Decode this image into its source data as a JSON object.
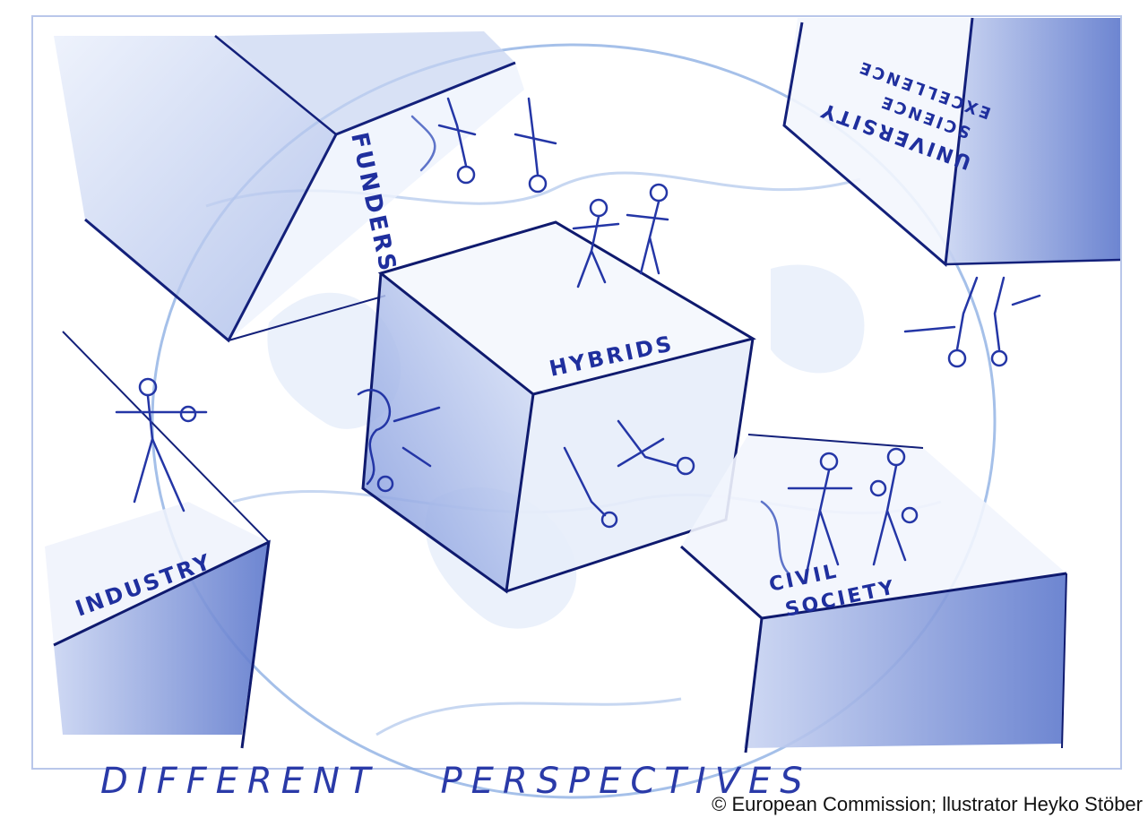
{
  "labels": {
    "funders": "FUNDERS",
    "university_line1": "UNIVERSITY",
    "university_line2": "SCIENCE",
    "university_line3": "EXCELLENCE",
    "hybrids": "HYBRIDS",
    "industry": "INDUSTRY",
    "civil_line1": "CIVIL",
    "civil_line2": "SOCIETY",
    "caption": "DIFFERENT   PERSPECTIVES"
  },
  "credit": "© European Commission; llustrator Heyko Stöber",
  "colors": {
    "ink": "#1f2f9e",
    "pencil": "#6d86cf",
    "wash": "#cdd8f1",
    "globe": "#8fb0e4"
  }
}
